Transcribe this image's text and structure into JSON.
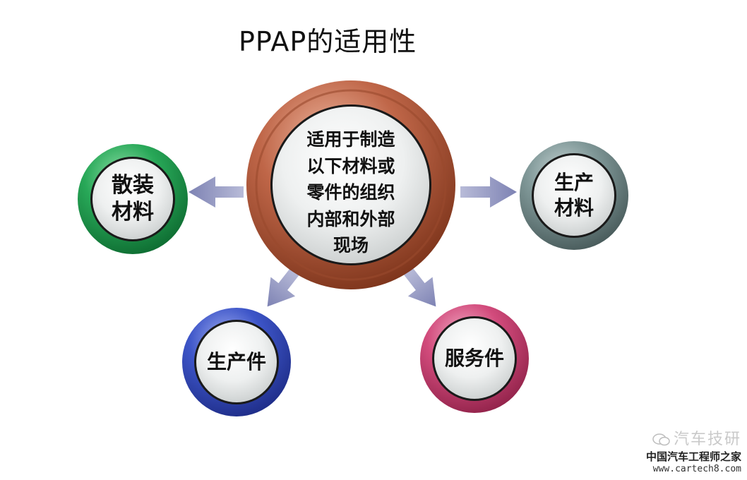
{
  "title": "PPAP的适用性",
  "center": {
    "lines": [
      "适用于制造",
      "以下材料或",
      "零件的组织",
      "内部和外部",
      "现场"
    ]
  },
  "nodes": {
    "bulk_material": {
      "lines": [
        "散装",
        "材料"
      ],
      "color": "#1e9b4a"
    },
    "production_material": {
      "lines": [
        "生产",
        "材料"
      ],
      "color": "#6f8a8a"
    },
    "production_part": {
      "lines": [
        "生产件"
      ],
      "color": "#3347b5"
    },
    "service_part": {
      "lines": [
        "服务件"
      ],
      "color": "#c9406f"
    }
  },
  "center_color": "#b35a3c",
  "arrow_color": "#8a8fbd",
  "watermark": {
    "brand": "汽车技研",
    "site": "中国汽车工程师之家",
    "url": "www.cartech8.com"
  }
}
